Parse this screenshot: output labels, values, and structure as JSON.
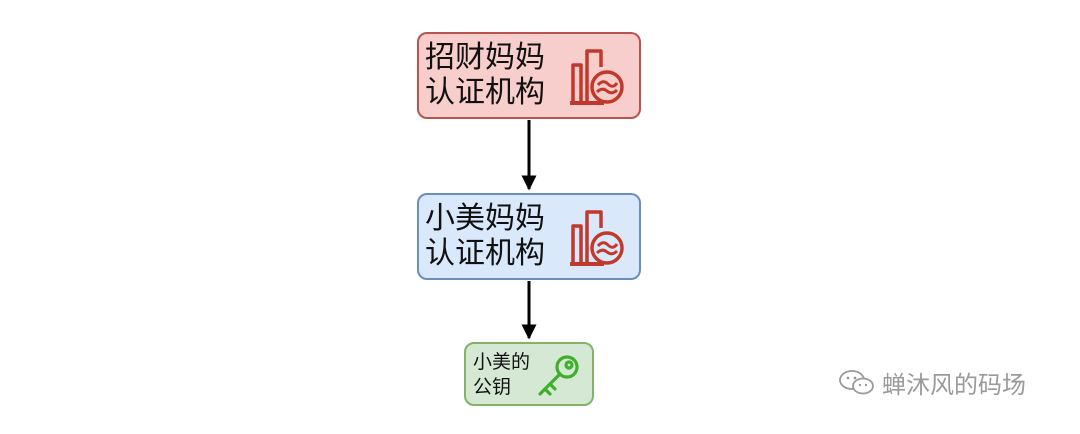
{
  "diagram": {
    "nodes": [
      {
        "id": "root",
        "text": "招财妈妈\n认证机构",
        "fill": "#f8cecc",
        "stroke": "#b85450",
        "icon": "certificate-authority-icon"
      },
      {
        "id": "middle",
        "text": "小美妈妈\n认证机构",
        "fill": "#dae8fc",
        "stroke": "#6c8ebf",
        "icon": "certificate-authority-icon"
      },
      {
        "id": "leaf",
        "text": "小美的\n公钥",
        "fill": "#d5e8d4",
        "stroke": "#82b366",
        "icon": "key-icon"
      }
    ],
    "edges": [
      {
        "from": "root",
        "to": "middle"
      },
      {
        "from": "middle",
        "to": "leaf"
      }
    ],
    "icon_colors": {
      "authority": "#c0392b",
      "key": "#3fae2a"
    }
  },
  "watermark": {
    "text": "蝉沐风的码场",
    "icon": "wechat-icon",
    "color": "#9a9a9a"
  }
}
